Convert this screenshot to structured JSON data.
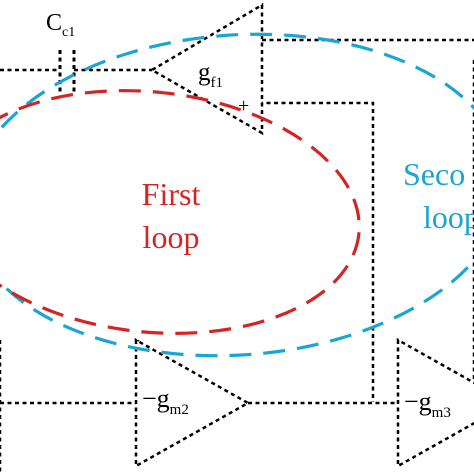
{
  "colors": {
    "first_loop": "#d42424",
    "second_loop": "#1aa5d4",
    "wire": "#000000"
  },
  "capacitor": {
    "label_main": "C",
    "label_sub": "c1"
  },
  "amp_gf1": {
    "label_main": "g",
    "label_sub": "f1",
    "plus_sign": "+"
  },
  "amp_gm2": {
    "label_main": "−g",
    "label_sub": "m2"
  },
  "amp_gm3": {
    "label_main": "−g",
    "label_sub": "m3"
  },
  "first_loop": {
    "line1": "First",
    "line2": "loop"
  },
  "second_loop": {
    "line1": "Seco",
    "line2": "loop"
  }
}
